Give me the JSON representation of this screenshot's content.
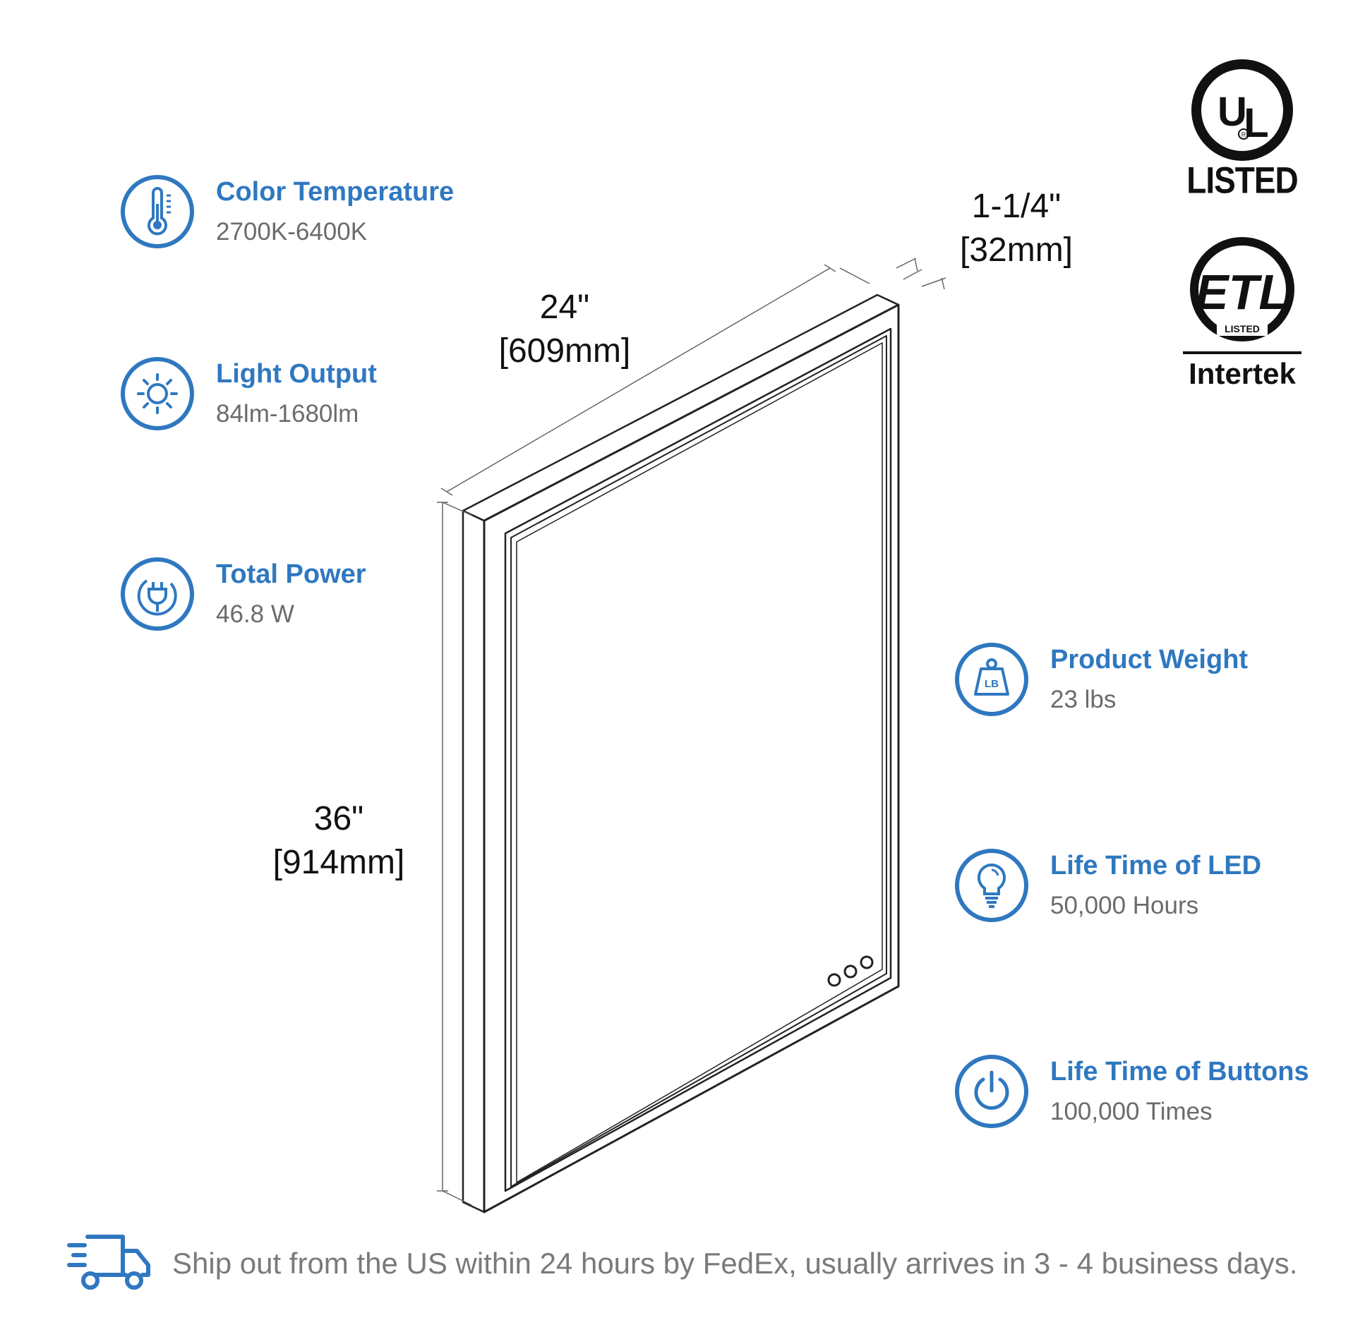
{
  "specs_left": [
    {
      "title": "Color Temperature",
      "value": "2700K-6400K",
      "icon": "thermometer-icon"
    },
    {
      "title": "Light Output",
      "value": "84lm-1680lm",
      "icon": "sun-icon"
    },
    {
      "title": "Total Power",
      "value": "46.8 W",
      "icon": "plug-icon"
    }
  ],
  "specs_right": [
    {
      "title": "Product Weight",
      "value": "23 lbs",
      "icon": "weight-icon"
    },
    {
      "title": "Life Time of LED",
      "value": "50,000 Hours",
      "icon": "lightbulb-icon"
    },
    {
      "title": "Life Time of Buttons",
      "value": "100,000 Times",
      "icon": "power-icon"
    }
  ],
  "dimensions": {
    "width": {
      "inch": "24\"",
      "mm": "[609mm]"
    },
    "height": {
      "inch": "36\"",
      "mm": "[914mm]"
    },
    "depth": {
      "inch": "1-1/4\"",
      "mm": "[32mm]"
    }
  },
  "certifications": {
    "ul": {
      "mark": "UL",
      "label": "LISTED"
    },
    "etl": {
      "mark": "ETL",
      "small": "LISTED",
      "brand": "Intertek"
    }
  },
  "shipping": {
    "text": "Ship out from the US within 24 hours by FedEx, usually arrives in 3 - 4 business days.",
    "icon": "truck-icon"
  },
  "colors": {
    "accent": "#2f78c0",
    "muted": "#6b6b6b",
    "ink": "#111111"
  }
}
